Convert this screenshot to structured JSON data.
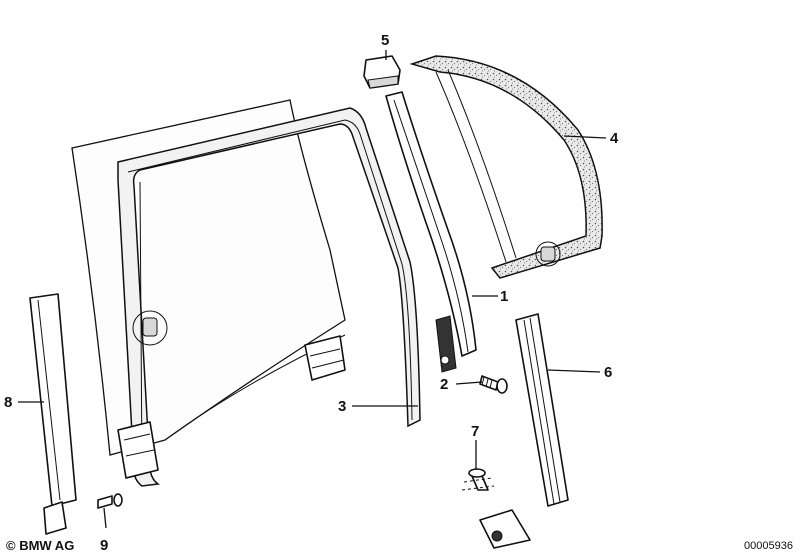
{
  "parts": [
    {
      "number": "1"
    },
    {
      "number": "2"
    },
    {
      "number": "3"
    },
    {
      "number": "4"
    },
    {
      "number": "5"
    },
    {
      "number": "6"
    },
    {
      "number": "7"
    },
    {
      "number": "8"
    },
    {
      "number": "9"
    }
  ],
  "brand": "© BMW AG",
  "doc_number": "00005936"
}
